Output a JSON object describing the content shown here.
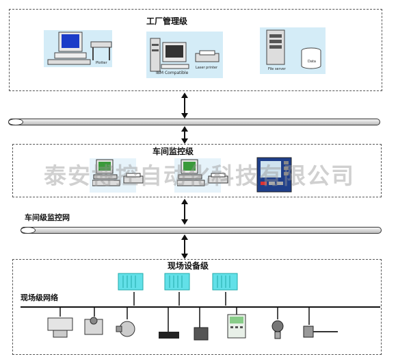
{
  "factory_level": {
    "title": "工厂管理级",
    "labels": {
      "plotter": "Plotter",
      "ibm": "IBM Compatible",
      "printer": "Laser printer",
      "server": "File server",
      "data": "Data"
    }
  },
  "workshop_level": {
    "title": "车间监控级"
  },
  "workshop_network": {
    "label": "车间级监控网"
  },
  "field_level": {
    "title": "现场设备级"
  },
  "field_network": {
    "label": "现场级网络"
  },
  "watermark": "泰安博控自动化科技有限公司",
  "colors": {
    "zone_border": "#555555",
    "pipe": "#cfcfcf",
    "screen_blue": "#1a3cc8",
    "module_cyan": "#62e0e8",
    "equip_bg": "#d4ecf7"
  }
}
